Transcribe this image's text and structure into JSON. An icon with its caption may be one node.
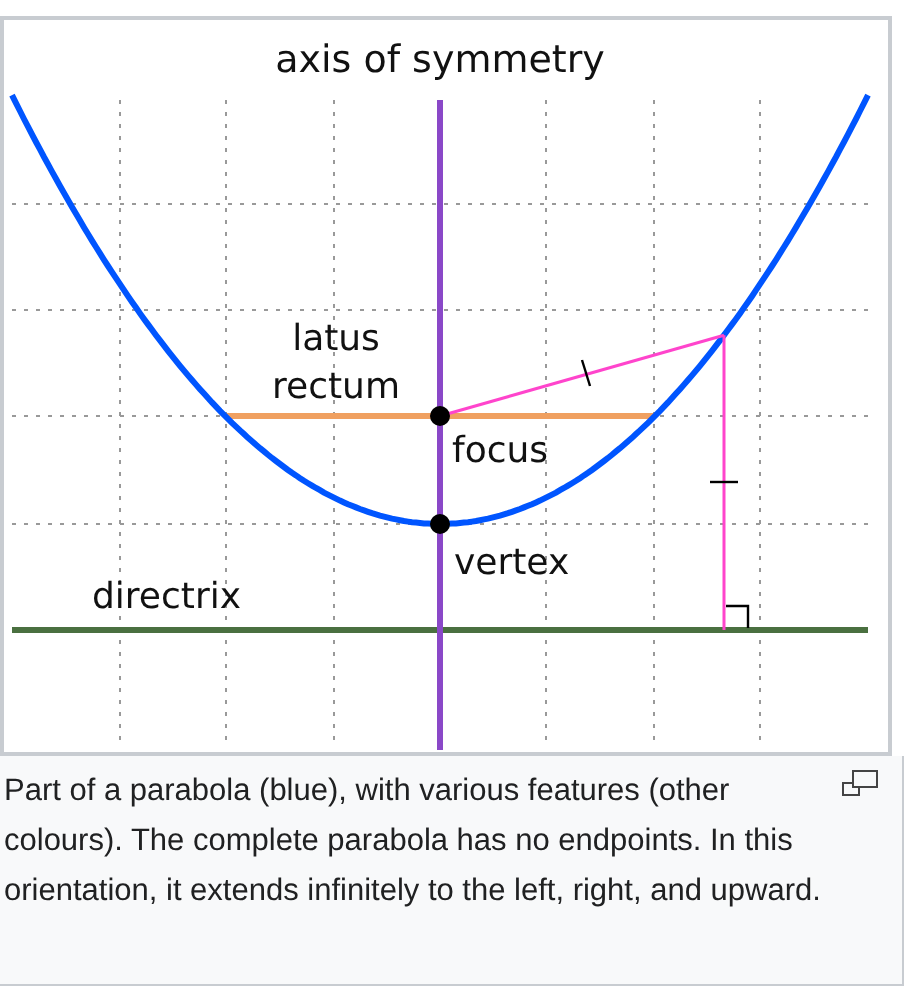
{
  "diagram": {
    "caption": "Part of a parabola (blue), with various features (other colours). The complete parabola has no endpoints. In this orientation, it extends infinitely to the left, right, and upward.",
    "labels": [
      "axis of symmetry",
      "latus rectum",
      "focus",
      "vertex",
      "directrix"
    ]
  }
}
